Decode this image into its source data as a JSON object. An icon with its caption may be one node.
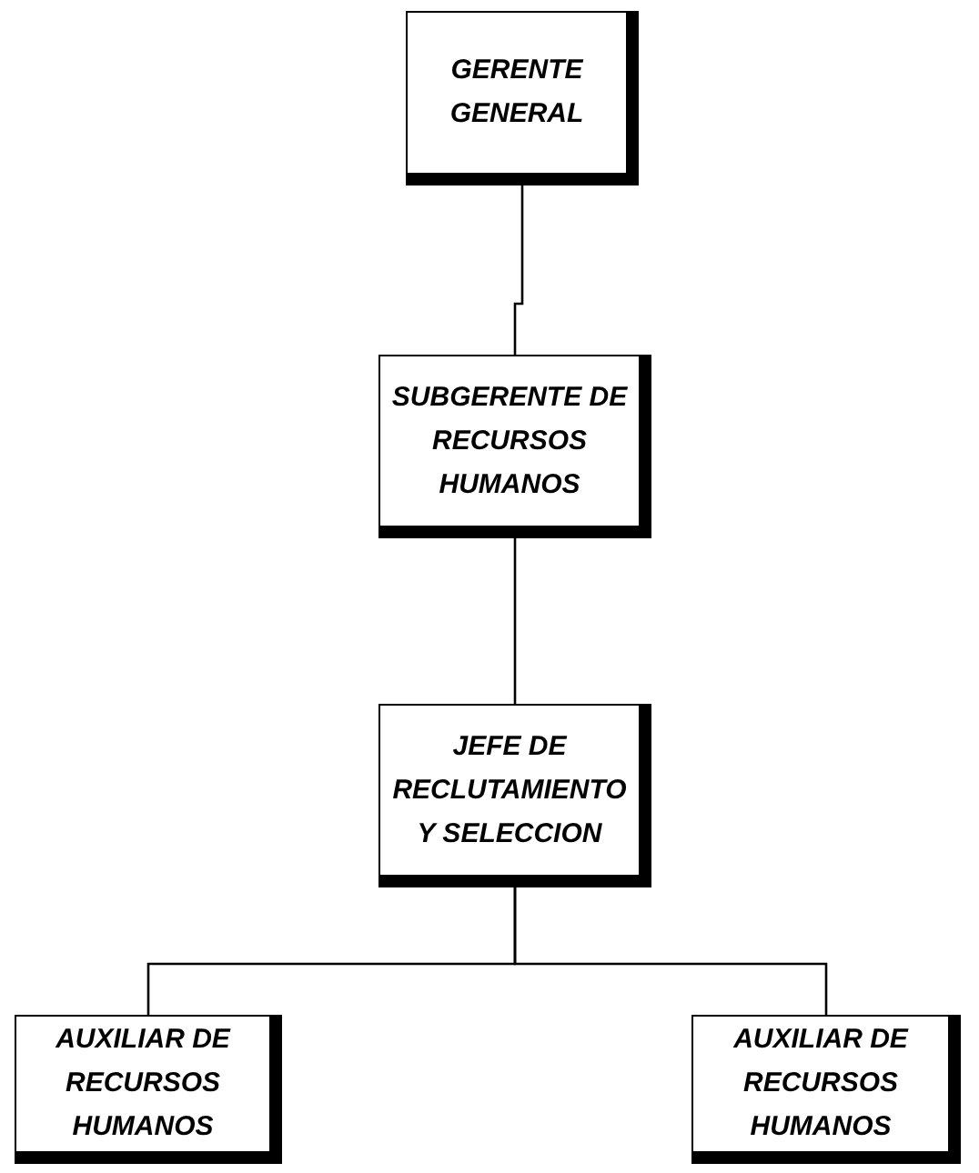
{
  "diagram": {
    "nodes": [
      {
        "text": [
          "GERENTE GENERAL"
        ]
      },
      {
        "text": [
          "SUBGERENTE DE RECURSOS HUMANOS"
        ]
      },
      {
        "text": [
          "JEFE DE RECLUTAMIENTO Y SELECCION"
        ]
      },
      {
        "text": [
          "AUXILIAR DE RECURSOS HUMANOS"
        ]
      },
      {
        "text": [
          "AUXILIAR DE RECURSOS HUMANOS"
        ]
      }
    ],
    "edges": [
      {
        "from": 0,
        "to": 1,
        "arrow": "none"
      },
      {
        "from": 1,
        "to": 2,
        "arrow": "none"
      },
      {
        "from": 2,
        "to": 3,
        "arrow": "none"
      },
      {
        "from": 2,
        "to": 4,
        "arrow": "none"
      }
    ]
  }
}
